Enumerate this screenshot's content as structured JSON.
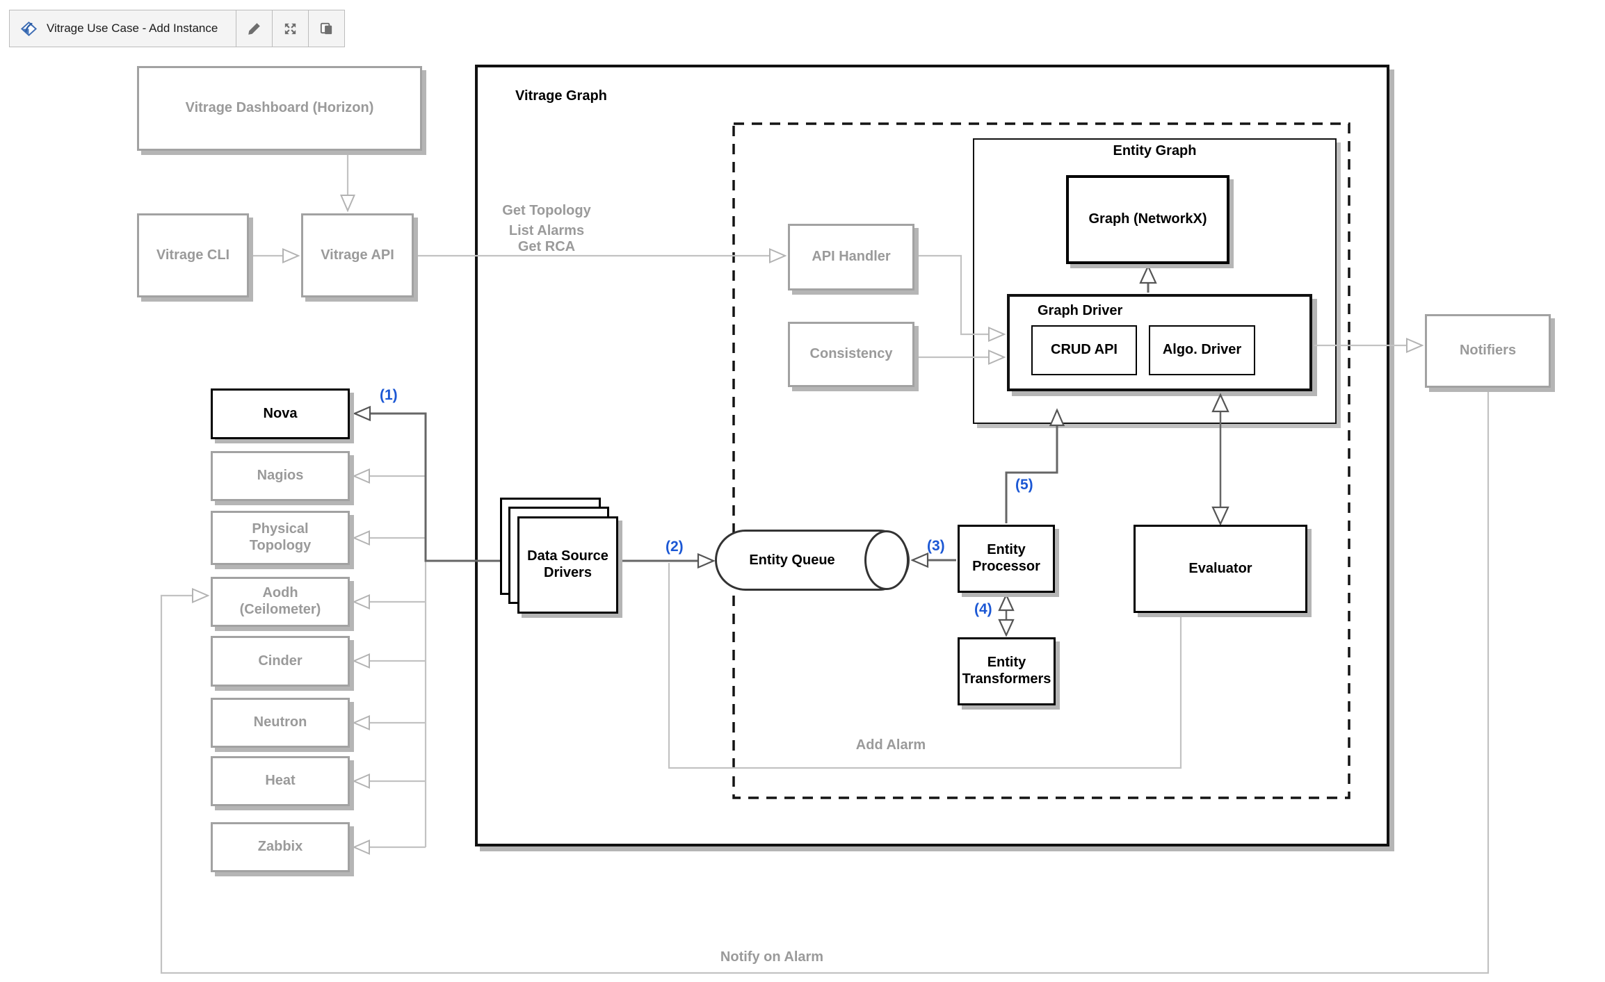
{
  "toolbar": {
    "title": "Vitrage Use Case - Add Instance",
    "logo_icon": "vitrage-diagram-logo",
    "icons": [
      "pencil-icon",
      "expand-icon",
      "copy-icon"
    ]
  },
  "groups": {
    "vitrage_graph": "Vitrage Graph",
    "entity_graph": "Entity Graph",
    "graph_driver": "Graph Driver"
  },
  "nodes": {
    "dashboard": "Vitrage Dashboard (Horizon)",
    "cli": "Vitrage CLI",
    "api": "Vitrage API",
    "api_handler": "API Handler",
    "consistency": "Consistency",
    "graph_networkx": "Graph (NetworkX)",
    "crud_api": "CRUD API",
    "algo_driver": "Algo. Driver",
    "notifiers": "Notifiers",
    "nova": "Nova",
    "nagios": "Nagios",
    "physical_topology": "Physical Topology",
    "aodh": "Aodh (Ceilometer)",
    "cinder": "Cinder",
    "neutron": "Neutron",
    "heat": "Heat",
    "zabbix": "Zabbix",
    "data_source_drivers": "Data Source Drivers",
    "entity_queue": "Entity Queue",
    "entity_processor": "Entity Processor",
    "entity_transformers": "Entity Transformers",
    "evaluator": "Evaluator"
  },
  "flow_labels": {
    "get_topology": "Get Topology",
    "list_alarms": "List Alarms",
    "get_rca": "Get RCA",
    "add_alarm": "Add Alarm",
    "notify_on_alarm": "Notify on Alarm"
  },
  "steps": {
    "s1": "(1)",
    "s2": "(2)",
    "s3": "(3)",
    "s4": "(4)",
    "s5": "(5)"
  },
  "colors": {
    "step_blue": "#1b57d4",
    "muted_gray": "#9a9a9a",
    "line_gray": "#c2c2c2",
    "line_dark": "#666666",
    "node_black": "#000000",
    "toolbar_bg": "#f4f4f4"
  }
}
